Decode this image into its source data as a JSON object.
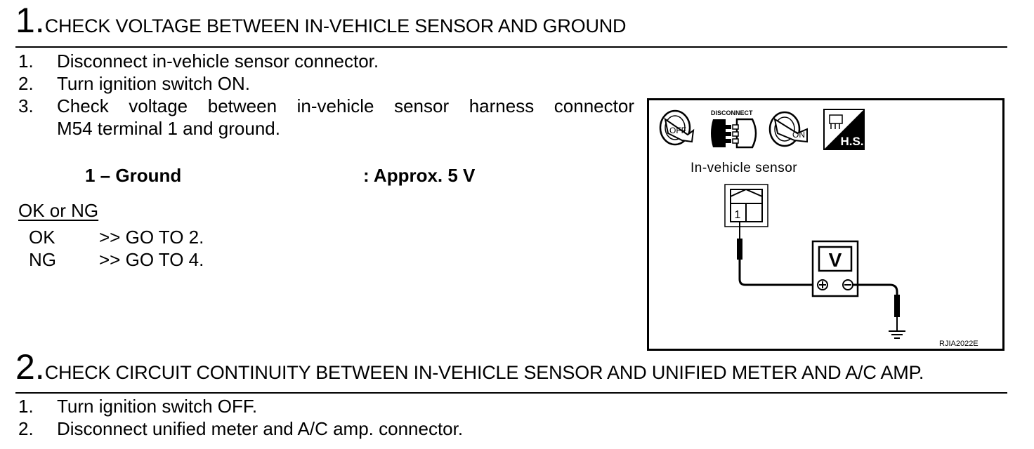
{
  "step1": {
    "number": "1.",
    "title": "CHECK VOLTAGE BETWEEN IN-VEHICLE SENSOR AND GROUND",
    "items": [
      {
        "num": "1.",
        "text": "Disconnect in-vehicle sensor connector."
      },
      {
        "num": "2.",
        "text": "Turn ignition switch ON."
      },
      {
        "num": "3.",
        "text_line1": "Check voltage between in-vehicle sensor harness connector",
        "text_line2": "M54 terminal 1 and ground."
      }
    ],
    "spec": {
      "label": "1 – Ground",
      "value": ": Approx. 5 V"
    },
    "ok_ng": {
      "heading": "OK or NG",
      "rows": [
        {
          "label": "OK",
          "action": ">> GO TO 2."
        },
        {
          "label": "NG",
          "action": ">> GO TO 4."
        }
      ]
    }
  },
  "figure": {
    "disconnect_label": "DISCONNECT",
    "off_label": "OFF",
    "on_label": "ON",
    "hs_label": "H.S.",
    "caption": "In-vehicle sensor",
    "terminal": "1",
    "meter_label": "V",
    "code": "RJIA2022E",
    "icons": [
      "ignition-off-icon",
      "disconnect-connector-icon",
      "ignition-on-icon",
      "harness-side-icon",
      "voltmeter-icon",
      "ground-icon"
    ]
  },
  "step2": {
    "number": "2.",
    "title": "CHECK CIRCUIT CONTINUITY BETWEEN IN-VEHICLE SENSOR AND UNIFIED METER AND A/C AMP.",
    "items": [
      {
        "num": "1.",
        "text": "Turn ignition switch OFF."
      },
      {
        "num": "2.",
        "text": "Disconnect unified meter and A/C amp. connector."
      }
    ]
  }
}
